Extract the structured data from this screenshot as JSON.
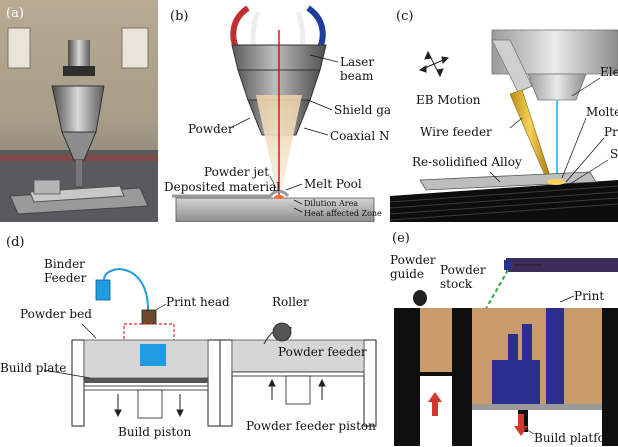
{
  "panel_a": {
    "label": "(a)"
  },
  "panel_b": {
    "label": "(b)",
    "laser_beam_1": "Laser",
    "laser_beam_2": "beam",
    "shield_gas": "Shield gas",
    "coaxial_nozzle": "Coaxial Nozzle",
    "powder": "Powder",
    "powder_jet": "Powder jet",
    "deposited_material": "Deposited material",
    "melt_pool": "Melt Pool",
    "dilution_area": "Dilution Area",
    "heat_affected_zone": "Heat affected Zone"
  },
  "panel_c": {
    "label": "(c)",
    "eb_motion": "EB Motion",
    "electron_beam": "Ele",
    "wire_feeder": "Wire feeder",
    "molten": "Molten",
    "pr": "Pr",
    "s": "S",
    "resolidified_alloy": "Re-solidified Alloy"
  },
  "panel_d": {
    "label": "(d)",
    "binder_feeder_1": "Binder",
    "binder_feeder_2": "Feeder",
    "print_head": "Print head",
    "roller": "Roller",
    "powder_bed": "Powder bed",
    "powder_feeder": "Powder feeder",
    "build_plate": "Build plate",
    "build_piston": "Build piston",
    "powder_feeder_piston": "Powder feeder piston"
  },
  "panel_e": {
    "label": "(e)",
    "powder_guide_1": "Powder",
    "powder_guide_2": "guide",
    "powder_stock_1": "Powder",
    "powder_stock_2": "stock",
    "print": "Print",
    "build_platform": "Build platform"
  },
  "colors": {
    "binder_blue": "#1f9be0",
    "powder_brown": "#c99a6a",
    "part_navy": "#2b2f8f",
    "powder_gray": "#cfcfcf",
    "arrow_red": "#d0392e",
    "dash_green": "#27a845"
  }
}
